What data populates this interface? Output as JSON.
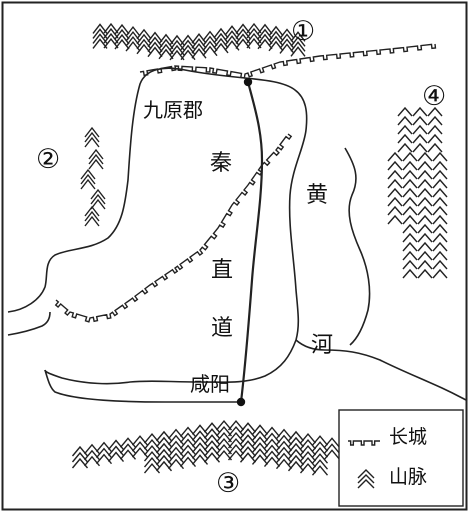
{
  "map": {
    "places": {
      "jiuyuan": "九原郡",
      "xianyang": "咸阳"
    },
    "road_label": [
      "秦",
      "直",
      "道"
    ],
    "river_label": [
      "黄",
      "河"
    ],
    "markers": [
      "①",
      "②",
      "③",
      "④"
    ],
    "legend": {
      "great_wall": "长城",
      "mountains": "山脉",
      "great_wall_icon": "wall-icon",
      "mountain_icon": "mountain-icon"
    }
  }
}
